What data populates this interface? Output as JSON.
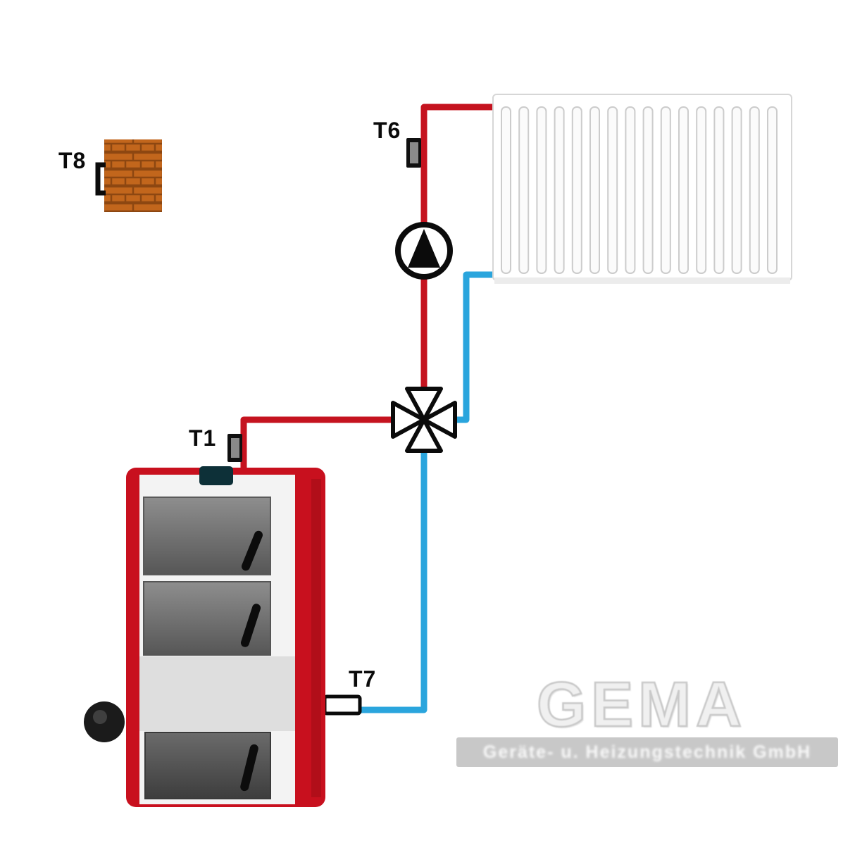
{
  "diagram": {
    "labels": {
      "t8": "T8",
      "t6": "T6",
      "t1": "T1",
      "t7": "T7"
    },
    "watermark": {
      "brand": "GEMA",
      "subtitle": "Geräte- u. Heizungstechnik GmbH"
    },
    "colors": {
      "supply_pipe": "#c5131f",
      "return_pipe": "#2aa5dd",
      "chimney_brick": "#c2661c",
      "chimney_mortar": "#8d4711",
      "boiler_body": "#c8101e",
      "line_black": "#0b0b0b"
    },
    "radiator": {
      "fin_count": 16
    },
    "components": [
      {
        "id": "chimney",
        "sensor": "T8"
      },
      {
        "id": "radiator-panel",
        "sensor": "T6"
      },
      {
        "id": "circulation-pump"
      },
      {
        "id": "four-way-mixing-valve"
      },
      {
        "id": "solid-fuel-boiler",
        "sensor": "T1"
      },
      {
        "id": "return-line",
        "sensor": "T7"
      }
    ]
  }
}
